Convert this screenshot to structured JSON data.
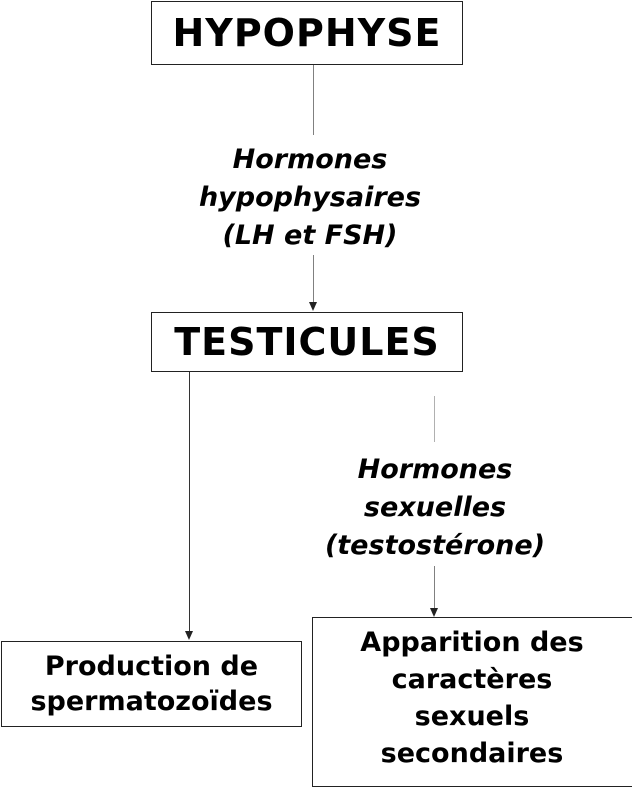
{
  "boxes": {
    "hypophyse": "HYPOPHYSE",
    "testicules": "TESTICULES",
    "production": [
      "Production de",
      "spermatozoïdes"
    ],
    "apparition": [
      "Apparition des",
      "caractères",
      "sexuels",
      "secondaires"
    ]
  },
  "labels": {
    "hypo_hormones": [
      "Hormones",
      "hypophysaires",
      "(LH et FSH)"
    ],
    "sex_hormones": [
      "Hormones",
      "sexuelles",
      "(testostérone)"
    ]
  }
}
